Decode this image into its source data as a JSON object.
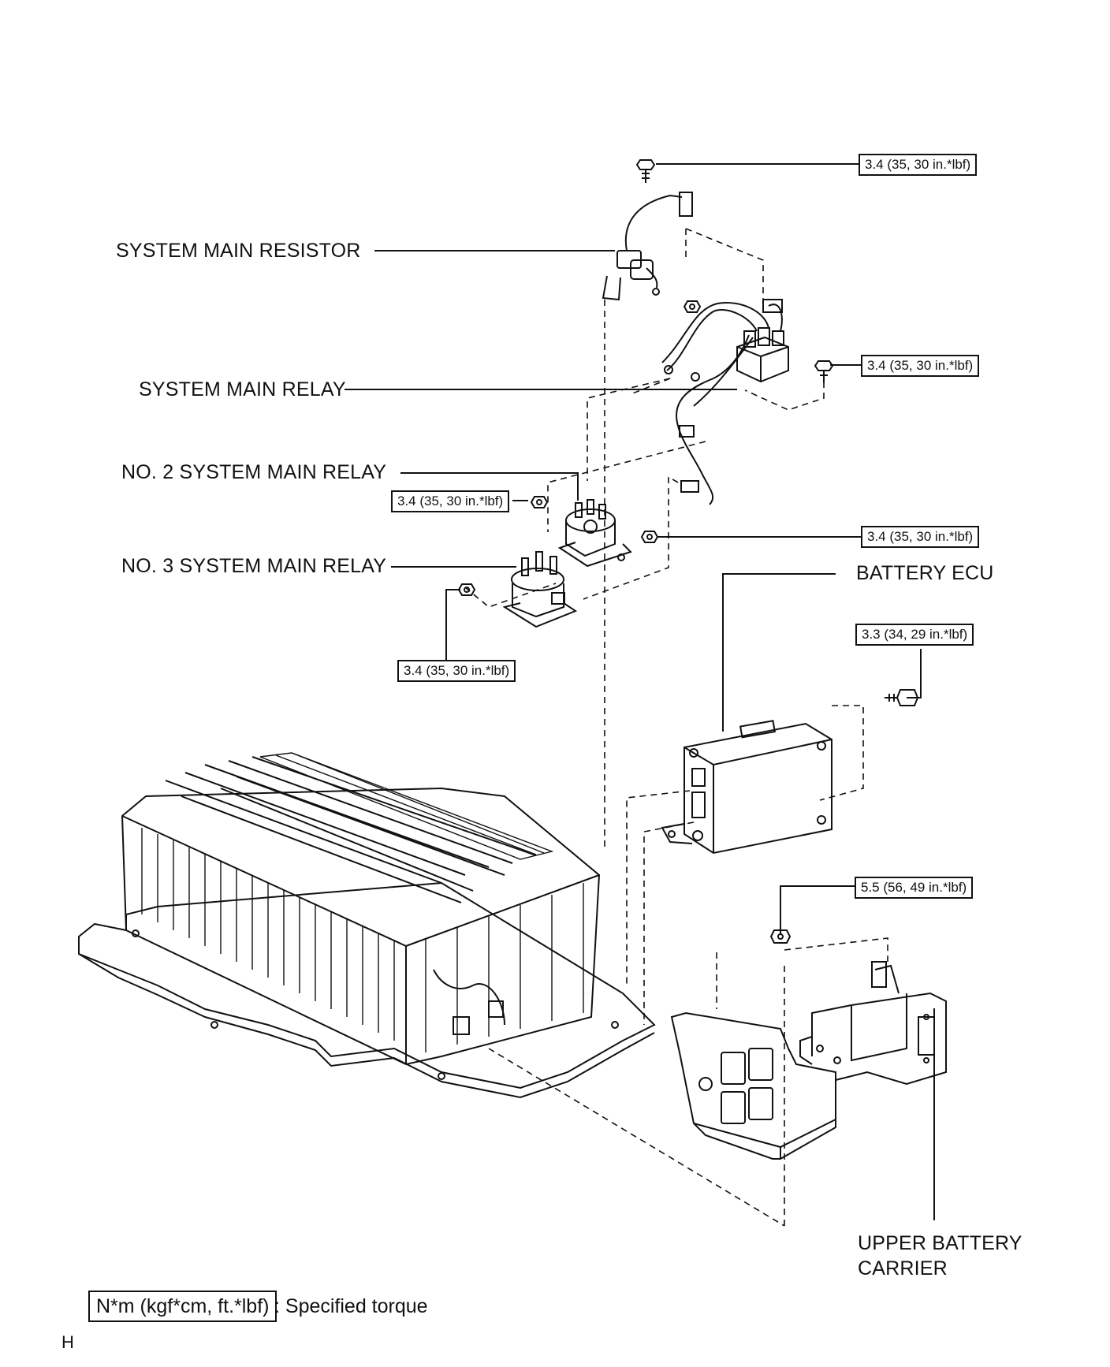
{
  "components": {
    "system_main_resistor": "SYSTEM MAIN RESISTOR",
    "system_main_relay": "SYSTEM MAIN RELAY",
    "no2_system_main_relay": "NO. 2 SYSTEM MAIN RELAY",
    "no3_system_main_relay": "NO. 3 SYSTEM MAIN RELAY",
    "battery_ecu": "BATTERY ECU",
    "upper_battery_carrier_line1": "UPPER BATTERY",
    "upper_battery_carrier_line2": "CARRIER"
  },
  "torques": {
    "resistor_bolt": "3.4 (35, 30 in.*lbf)",
    "relay_bolt": "3.4 (35, 30 in.*lbf)",
    "no2_relay_nut_left": "3.4 (35, 30 in.*lbf)",
    "no2_relay_nut_right": "3.4 (35, 30 in.*lbf)",
    "no3_relay_nut": "3.4 (35, 30 in.*lbf)",
    "ecu_bolt": "3.3 (34, 29 in.*lbf)",
    "carrier_nut": "5.5 (56, 49 in.*lbf)"
  },
  "legend": {
    "box": "N*m (kgf*cm, ft.*lbf)",
    "text": ": Specified torque"
  },
  "corner_mark": "H"
}
